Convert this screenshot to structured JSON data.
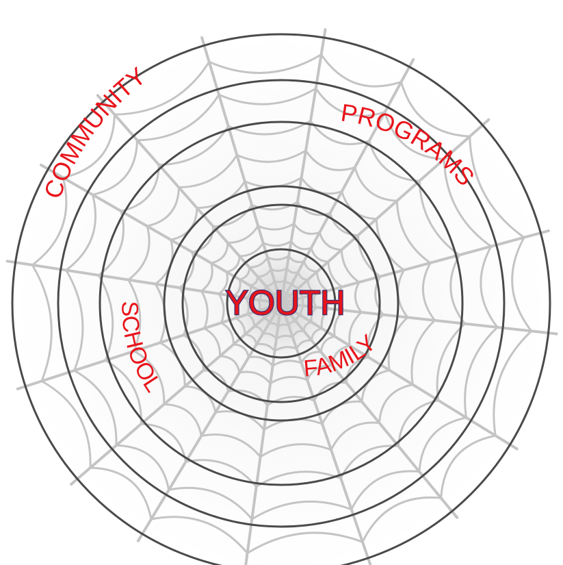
{
  "diagram": {
    "center_label": "YOUTH",
    "labels": {
      "family": "FAMILY",
      "school": "SCHOOL",
      "programs": "PROGRAMS",
      "community": "COMMUNITY"
    },
    "colors": {
      "label_red": "#e8141b",
      "ring_stroke": "#4a4a4a",
      "web_strand": "#c4c4c4",
      "center_shade": "#d6d6d6"
    }
  }
}
